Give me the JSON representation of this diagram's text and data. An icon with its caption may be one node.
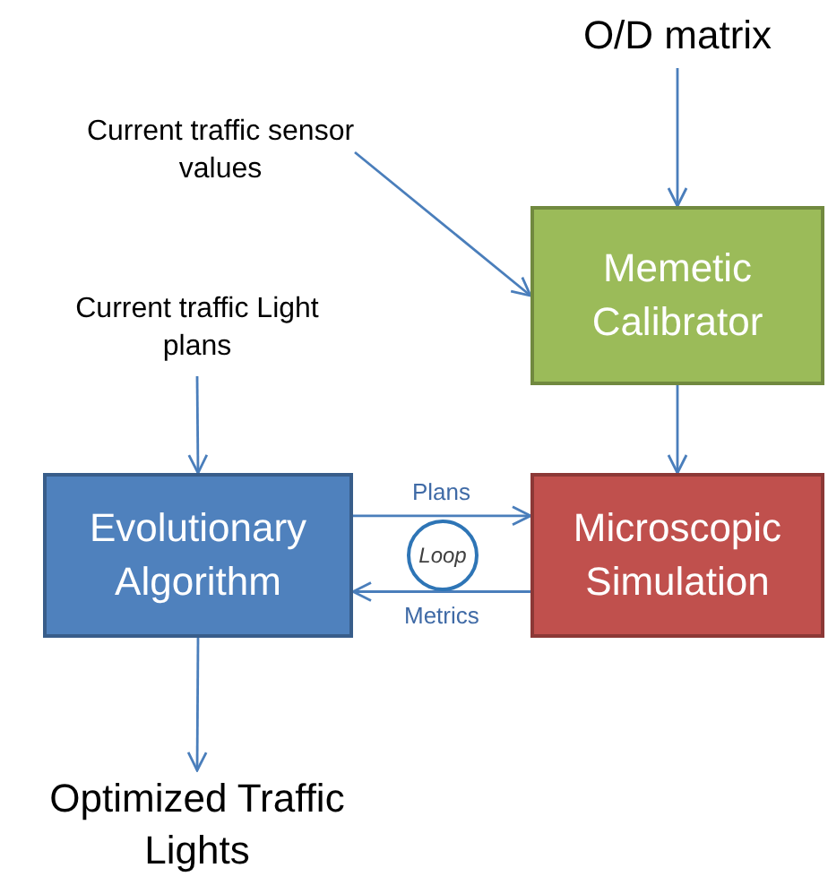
{
  "diagram": {
    "nodes": [
      {
        "text": [
          "O/D matrix"
        ]
      },
      {
        "text": [
          "Current traffic sensor values"
        ]
      },
      {
        "text": [
          "Memetic Calibrator"
        ]
      },
      {
        "text": [
          "Current traffic Light plans"
        ]
      },
      {
        "text": [
          "Evolutionary Algorithm"
        ]
      },
      {
        "text": [
          "Microscopic Simulation"
        ]
      },
      {
        "text": [
          "Loop"
        ]
      },
      {
        "text": [
          "Optimized Traffic Lights"
        ]
      }
    ],
    "edges": [
      {
        "from": 0,
        "to": 2,
        "arrow": "to"
      },
      {
        "from": 1,
        "to": 2,
        "arrow": "to"
      },
      {
        "from": 2,
        "to": 5,
        "arrow": "to"
      },
      {
        "from": 3,
        "to": 4,
        "arrow": "to"
      },
      {
        "from": 4,
        "to": 5,
        "arrow": "to",
        "label": "Plans"
      },
      {
        "from": 5,
        "to": 4,
        "arrow": "to",
        "label": "Metrics"
      },
      {
        "from": 4,
        "to": 7,
        "arrow": "to"
      }
    ]
  }
}
